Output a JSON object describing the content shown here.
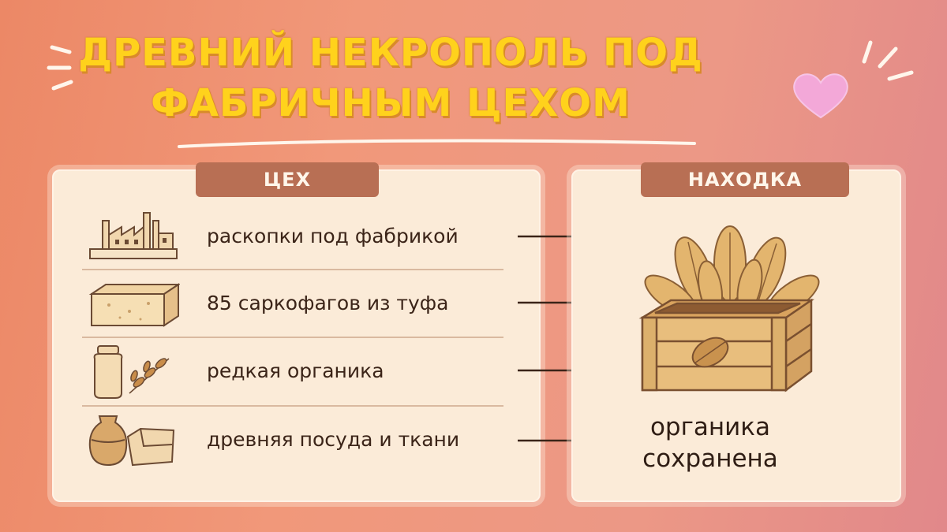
{
  "title": {
    "line1": "ДРЕВНИЙ НЕКРОПОЛЬ ПОД",
    "line2": "ФАБРИЧНЫМ ЦЕХОМ"
  },
  "left_panel": {
    "tag": "ЦЕХ",
    "items": [
      {
        "label": "раскопки под фабрикой",
        "icon": "factory-icon"
      },
      {
        "label": "85 саркофагов из туфа",
        "icon": "stone-block-icon"
      },
      {
        "label": "редкая органика",
        "icon": "jar-with-leaves-icon"
      },
      {
        "label": "древняя посуда и ткани",
        "icon": "pot-and-fabric-icon"
      }
    ]
  },
  "right_panel": {
    "tag": "НАХОДКА",
    "icon": "crate-with-leaves-icon",
    "result_line1": "органика",
    "result_line2": "сохранена"
  },
  "colors": {
    "background": "#ec8866",
    "title": "#ffd21c",
    "tag": "#b86f54",
    "panel": "#fbebd8",
    "text": "#3b2418"
  }
}
